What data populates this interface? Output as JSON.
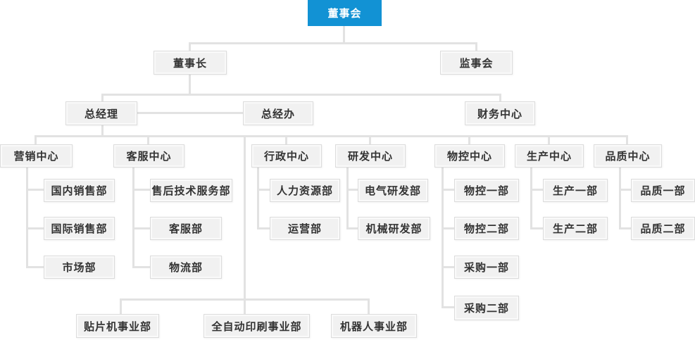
{
  "org_chart": {
    "colors": {
      "root_bg": "#1292d4",
      "root_text": "#ffffff",
      "node_bg": "#f1f1f1",
      "node_border": "#dcdcdc",
      "node_text": "#333333",
      "line": "#e2e2e2"
    },
    "root": {
      "label": "董事会"
    },
    "executive": {
      "chairman": "董事长",
      "supervisory_board": "监事会"
    },
    "management": {
      "general_manager": "总经理",
      "gm_office": "总经办",
      "finance_center": "财务中心"
    },
    "centers": {
      "marketing": {
        "label": "营销中心",
        "children": [
          "国内销售部",
          "国际销售部",
          "市场部"
        ]
      },
      "customer_service": {
        "label": "客服中心",
        "children": [
          "售后技术服务部",
          "客服部",
          "物流部"
        ]
      },
      "administration": {
        "label": "行政中心",
        "children": [
          "人力资源部",
          "运营部"
        ]
      },
      "rnd": {
        "label": "研发中心",
        "children": [
          "电气研发部",
          "机械研发部"
        ]
      },
      "material_control": {
        "label": "物控中心",
        "children": [
          "物控一部",
          "物控二部",
          "采购一部",
          "采购二部"
        ]
      },
      "production": {
        "label": "生产中心",
        "children": [
          "生产一部",
          "生产二部"
        ]
      },
      "quality": {
        "label": "品质中心",
        "children": [
          "品质一部",
          "品质二部"
        ]
      }
    },
    "business_units": [
      "贴片机事业部",
      "全自动印刷事业部",
      "机器人事业部"
    ]
  }
}
